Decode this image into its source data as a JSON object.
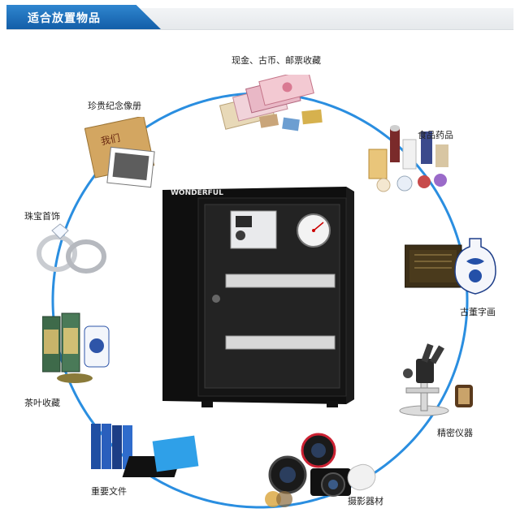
{
  "header": {
    "title": "适合放置物品"
  },
  "cabinet": {
    "brand": "WONDERFUL",
    "frame_color": "#111111",
    "accent_color": "#1a6bc0"
  },
  "items": [
    {
      "label": "现金、古币、邮票收藏",
      "icon": "banknotes-icon"
    },
    {
      "label": "食品药品",
      "icon": "medicine-bottles-icon"
    },
    {
      "label": "古董字画",
      "icon": "antique-vase-icon"
    },
    {
      "label": "精密仪器",
      "icon": "microscope-icon"
    },
    {
      "label": "摄影器材",
      "icon": "camera-lens-icon"
    },
    {
      "label": "重要文件",
      "icon": "folders-icon"
    },
    {
      "label": "茶叶收藏",
      "icon": "tea-cans-icon"
    },
    {
      "label": "珠宝首饰",
      "icon": "rings-icon"
    },
    {
      "label": "珍贵纪念像册",
      "icon": "photo-album-icon"
    }
  ]
}
